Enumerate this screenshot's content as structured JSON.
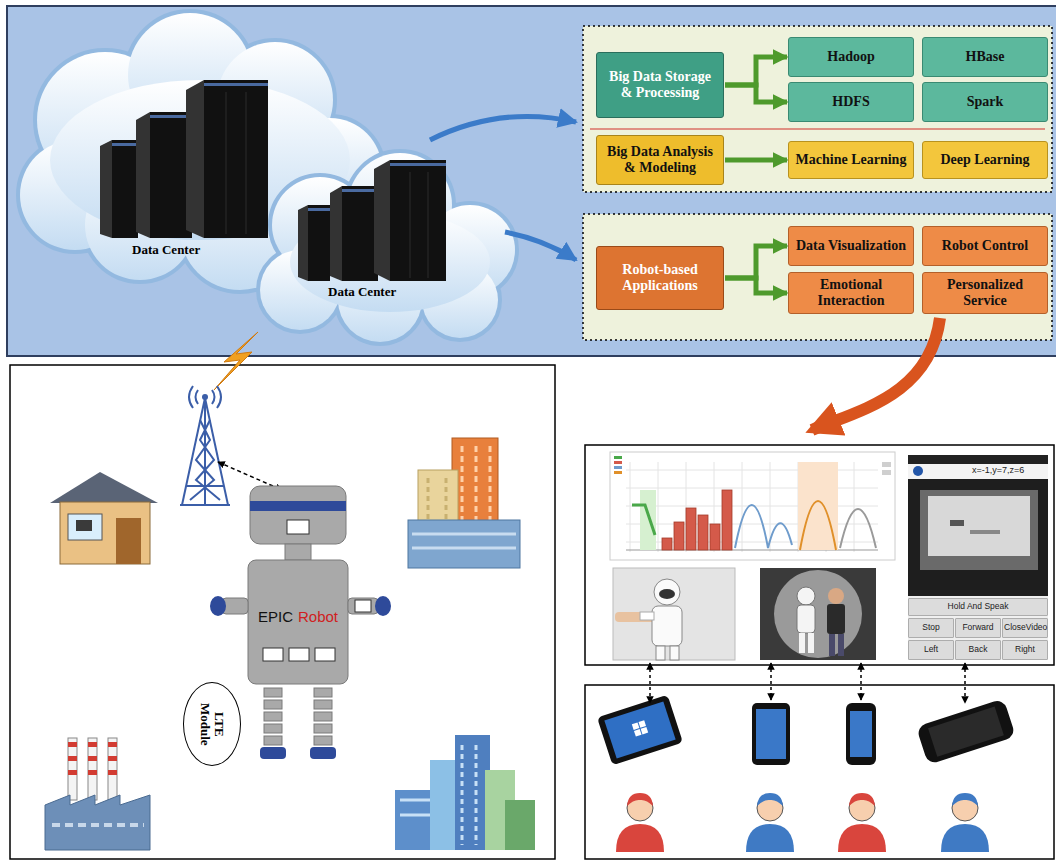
{
  "diagram": {
    "nodes": [
      {
        "text": [
          "Big Data Storage & Processing"
        ]
      },
      {
        "text": [
          "Hadoop"
        ]
      },
      {
        "text": [
          "HBase"
        ]
      },
      {
        "text": [
          "HDFS"
        ]
      },
      {
        "text": [
          "Spark"
        ]
      },
      {
        "text": [
          "Big Data Analysis & Modeling"
        ]
      },
      {
        "text": [
          "Machine Learning"
        ]
      },
      {
        "text": [
          "Deep Learning"
        ]
      },
      {
        "text": [
          "Robot-based Applications"
        ]
      },
      {
        "text": [
          "Data Visualization"
        ]
      },
      {
        "text": [
          "Robot Control"
        ]
      },
      {
        "text": [
          "Emotional Interaction"
        ]
      },
      {
        "text": [
          "Personalized Service"
        ]
      },
      {
        "text": [
          "EPIC",
          "Robot"
        ]
      },
      {
        "text": [
          "LTE Module"
        ]
      },
      {
        "text": [
          "Hold And Speak"
        ]
      },
      {
        "text": [
          "Stop"
        ]
      },
      {
        "text": [
          "Forward"
        ]
      },
      {
        "text": [
          "CloseVideo"
        ]
      },
      {
        "text": [
          "Left"
        ]
      },
      {
        "text": [
          "Back"
        ]
      },
      {
        "text": [
          "Right"
        ]
      }
    ],
    "edges": [
      {
        "from": 0,
        "to": 1,
        "arrow": "to"
      },
      {
        "from": 0,
        "to": 3,
        "arrow": "to"
      },
      {
        "from": 5,
        "to": 6,
        "arrow": "to"
      },
      {
        "from": 8,
        "to": 9,
        "arrow": "to"
      },
      {
        "from": 8,
        "to": 11,
        "arrow": "to"
      }
    ],
    "labels": [
      "Data Center",
      "Data Center",
      "x=-1,y=7,z=6"
    ]
  }
}
